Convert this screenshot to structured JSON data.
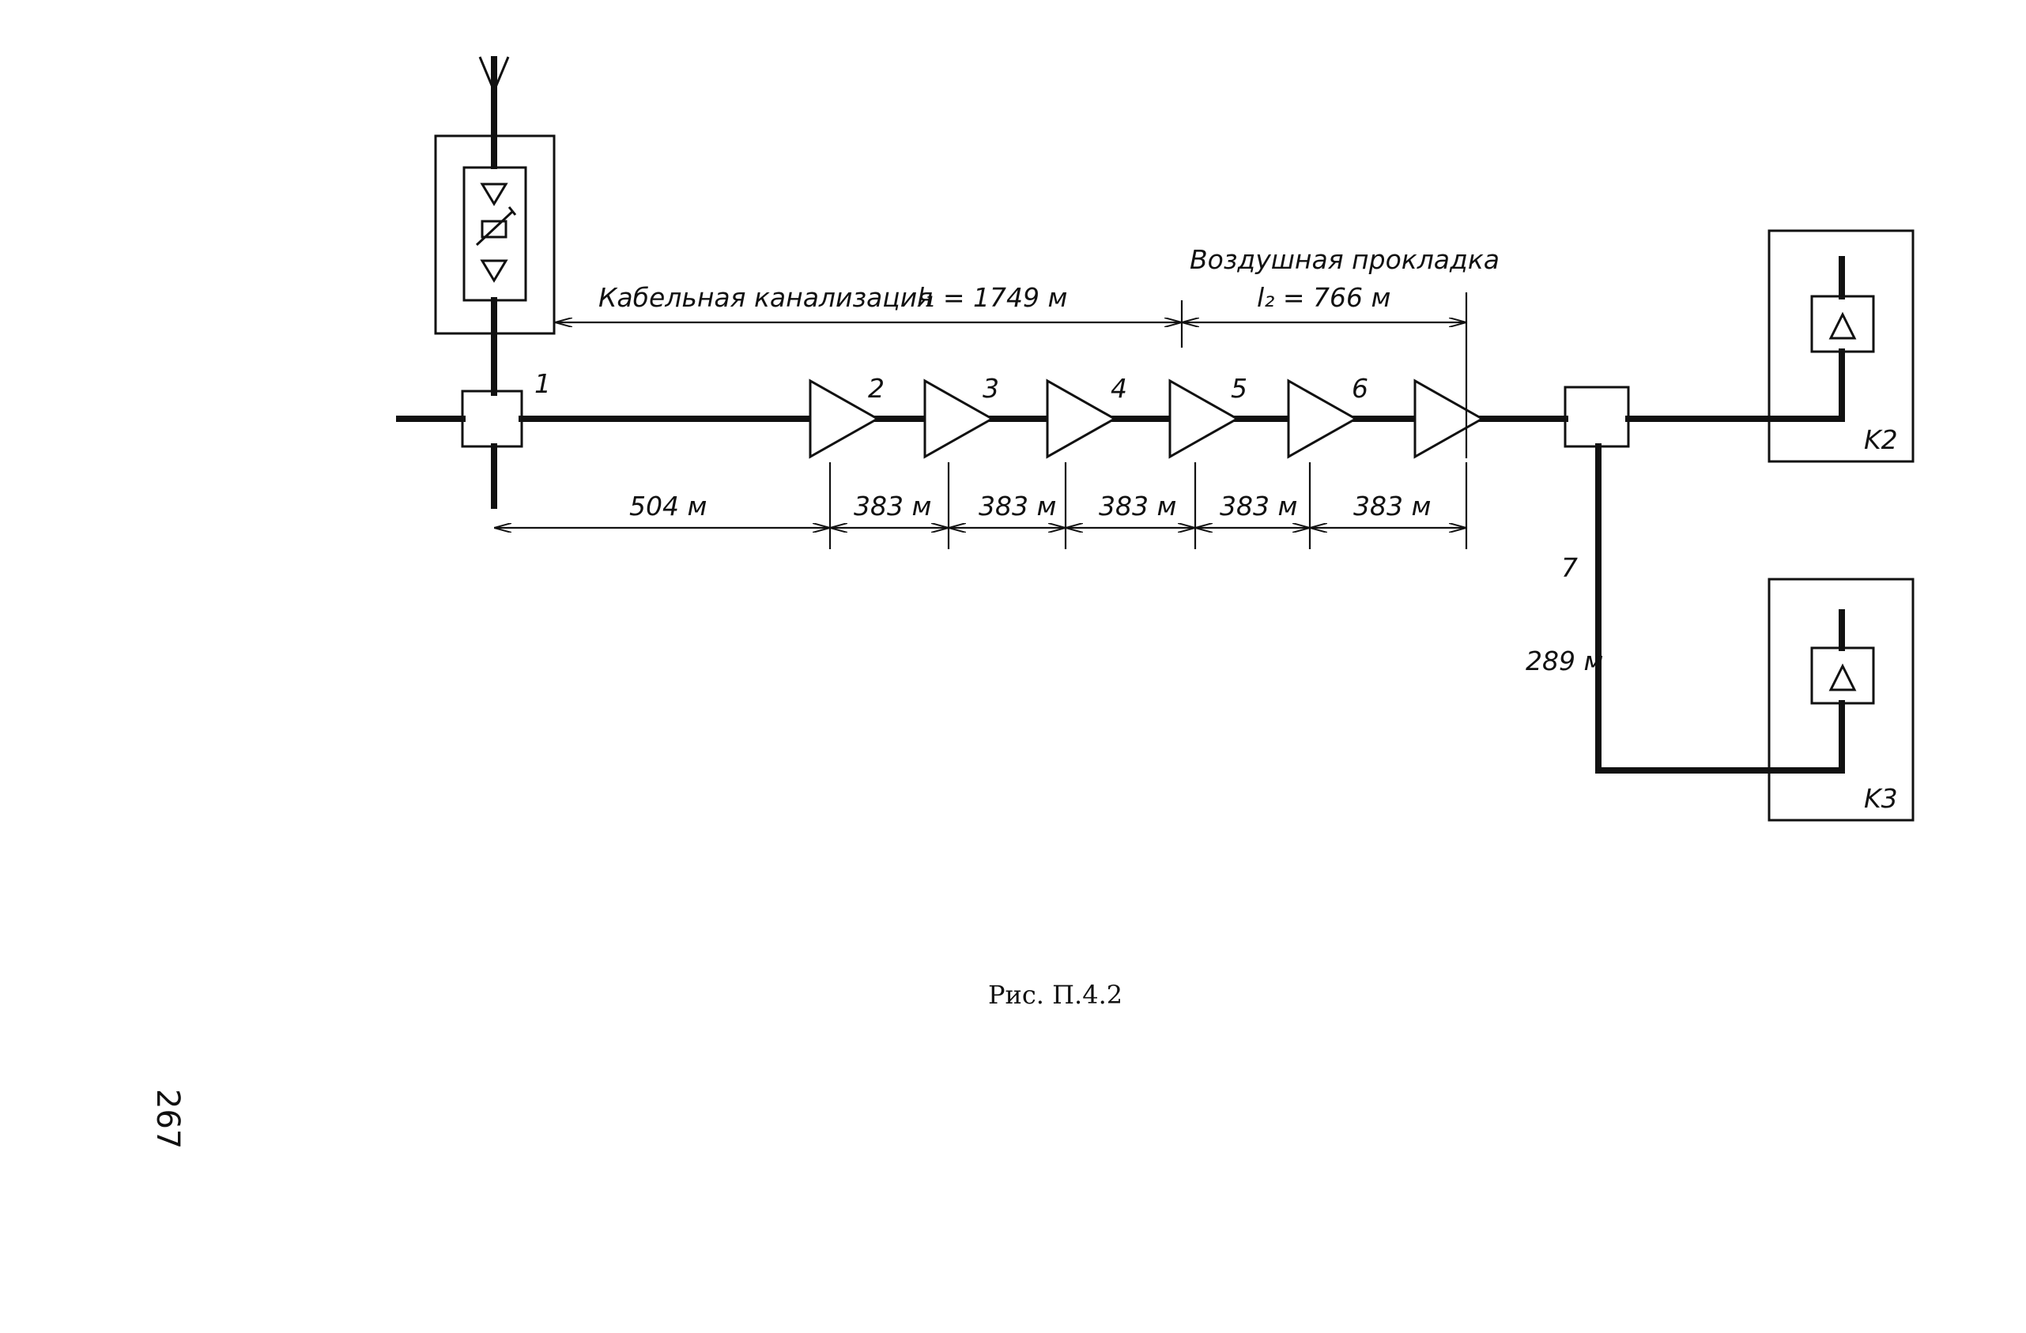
{
  "labels": {
    "node1": "1",
    "amp2": "2",
    "amp3": "3",
    "amp4": "4",
    "amp5": "5",
    "amp6": "6",
    "node7": "7",
    "k2": "K2",
    "k3": "K3",
    "cable_duct": "Кабельная канализация",
    "l1_value": "l₁ = 1749 м",
    "air_laying": "Воздушная прокладка",
    "l2_value": "l₂ = 766 м",
    "seg_504": "504 м",
    "seg_383_a": "383 м",
    "seg_383_b": "383 м",
    "seg_383_c": "383 м",
    "seg_383_d": "383 м",
    "seg_383_e": "383 м",
    "seg_289": "289 м"
  },
  "caption": "Рис. П.4.2",
  "page_number": "267"
}
